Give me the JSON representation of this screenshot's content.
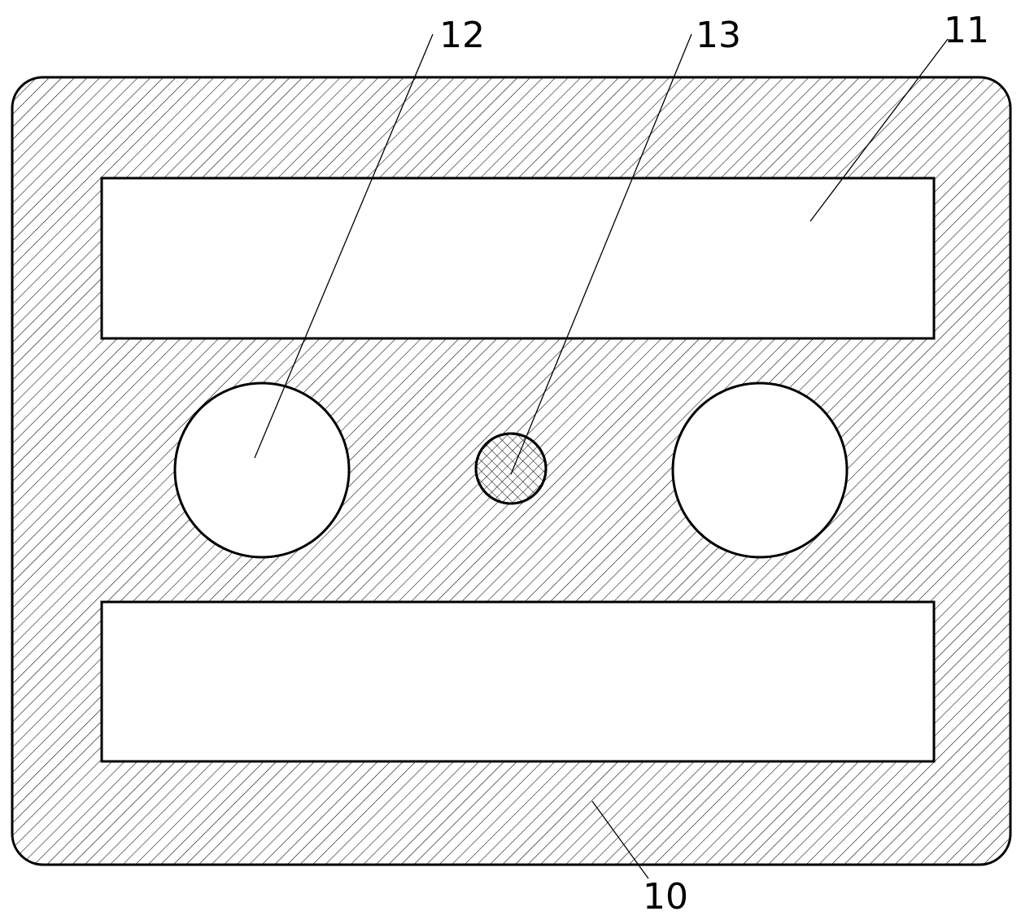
{
  "labels": {
    "body": "10",
    "slot": "11",
    "hole": "12",
    "core": "13"
  },
  "colors": {
    "line": "#000000",
    "background": "#ffffff"
  }
}
